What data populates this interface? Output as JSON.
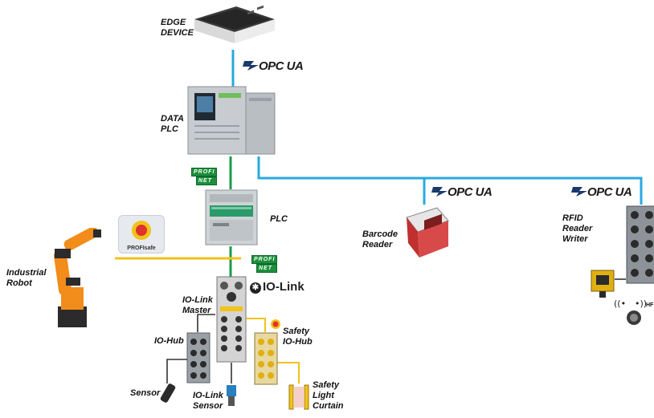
{
  "devices": {
    "edge": {
      "line1": "EDGE",
      "line2": "DEVICE"
    },
    "data_plc": {
      "line1": "DATA",
      "line2": "PLC"
    },
    "plc": {
      "label": "PLC"
    },
    "industrial_robot": {
      "line1": "Industrial",
      "line2": "Robot"
    },
    "profisafe": {
      "label": "PROFIsafe"
    },
    "barcode_reader": {
      "line1": "Barcode",
      "line2": "Reader"
    },
    "rfid": {
      "line1": "RFID",
      "line2": "Reader",
      "line3": "Writer",
      "hf": "HF"
    },
    "io_link_master": {
      "line1": "IO-Link",
      "line2": "Master"
    },
    "io_hub": {
      "label": "IO-Hub"
    },
    "safety_io_hub": {
      "line1": "Safety",
      "line2": "IO-Hub"
    },
    "sensor": {
      "label": "Sensor"
    },
    "io_link_sensor": {
      "line1": "IO-Link",
      "line2": "Sensor"
    },
    "safety_light_curtain": {
      "line1": "Safety",
      "line2": "Light",
      "line3": "Curtain"
    }
  },
  "protocols": {
    "opc_ua": "OPC UA",
    "profinet_top": "PROFI",
    "profinet_bottom": "NET",
    "io_link": "IO-Link"
  },
  "colors": {
    "opc_line": "#29a9e0",
    "profinet_line": "#1c9c49",
    "safety_line": "#f2c318",
    "device_cable": "#333333"
  }
}
